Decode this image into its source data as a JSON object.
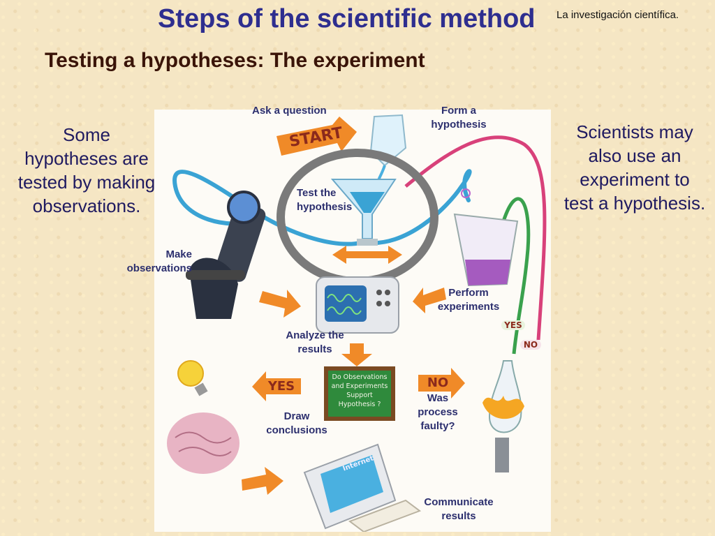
{
  "header": {
    "title": "Steps of the scientific method",
    "credit": "La investigación científica.",
    "subtitle": "Testing a hypotheses: The experiment"
  },
  "side_notes": {
    "left": "Some hypotheses are tested by making observations.",
    "right": "Scientists may also use an experiment to test a hypothesis."
  },
  "diagram": {
    "start_sign": "START",
    "yes_sign": "YES",
    "no_sign": "NO",
    "tube_yes": "YES",
    "tube_no": "NO",
    "chalkboard": "Do Observations and Experiments Support Hypothesis ?",
    "monitor_text": "Internet",
    "steps": {
      "ask": "Ask a question",
      "form": "Form a hypothesis",
      "test": "Test the hypothesis",
      "make": "Make observations",
      "perform": "Perform experiments",
      "analyze": "Analyze the results",
      "draw": "Draw conclusions",
      "faulty": "Was process faulty?",
      "communicate": "Communicate results"
    }
  },
  "colors": {
    "title": "#2e2e8f",
    "subtitle": "#3a1408",
    "step_label": "#2c2f6e",
    "arrow": "#f08a28",
    "highlight_ring": "#7a7a7a",
    "chalkboard": "#2f8a3c"
  }
}
